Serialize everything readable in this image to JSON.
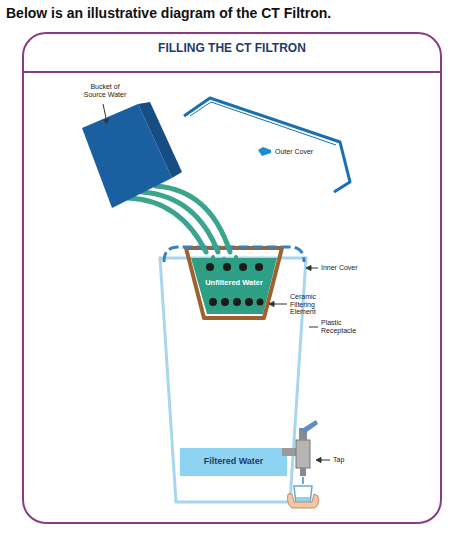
{
  "diagram": {
    "title": "Below is an illustrative diagram of the CT Filtron.",
    "nodes": [
      {
        "text": [
          "FILLING THE CT FILTRON"
        ]
      },
      {
        "text": [
          "Unfiltered Water"
        ],
        "in": 0
      },
      {
        "text": [
          "Filtered Water"
        ],
        "in": 0
      }
    ],
    "labels": [
      "Bucket of Source Water",
      "Outer Cover",
      "Inner Cover",
      "Ceramic Filtering Element",
      "Plastic Receptacle",
      "Tap"
    ]
  }
}
